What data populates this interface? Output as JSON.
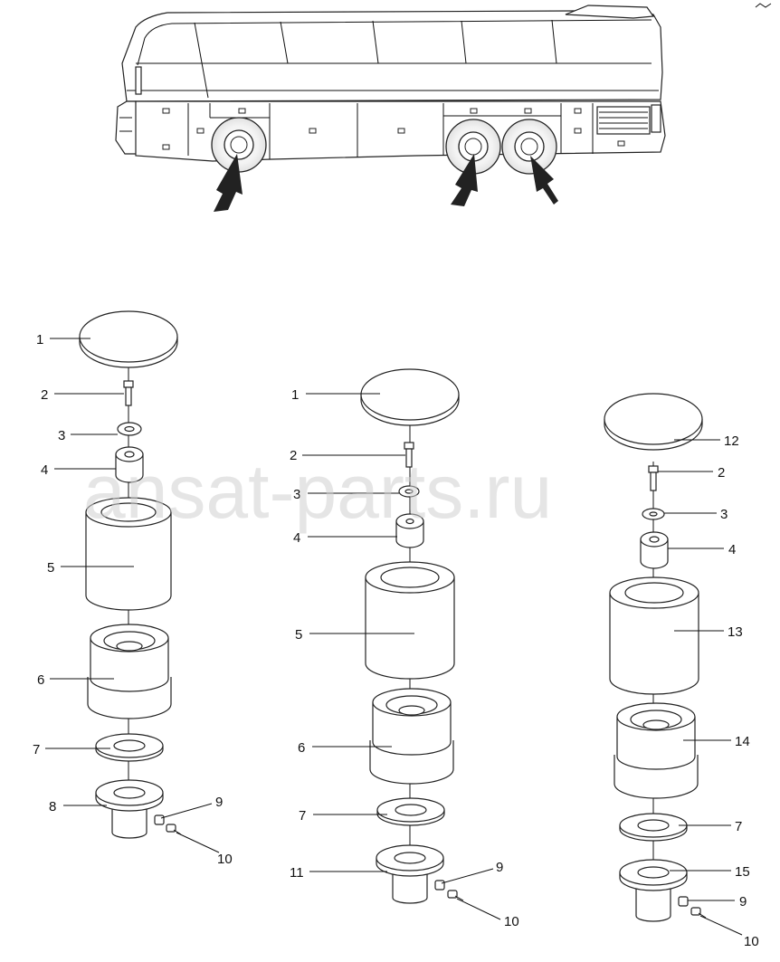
{
  "watermark": "ansat-parts.ru",
  "groups": [
    {
      "name": "left",
      "labels": [
        "1",
        "2",
        "3",
        "4",
        "5",
        "6",
        "7",
        "8",
        "9",
        "10"
      ]
    },
    {
      "name": "middle",
      "labels": [
        "1",
        "2",
        "3",
        "4",
        "5",
        "6",
        "7",
        "11",
        "9",
        "10"
      ]
    },
    {
      "name": "right",
      "labels": [
        "12",
        "2",
        "3",
        "4",
        "13",
        "14",
        "7",
        "15",
        "9",
        "10"
      ]
    }
  ]
}
